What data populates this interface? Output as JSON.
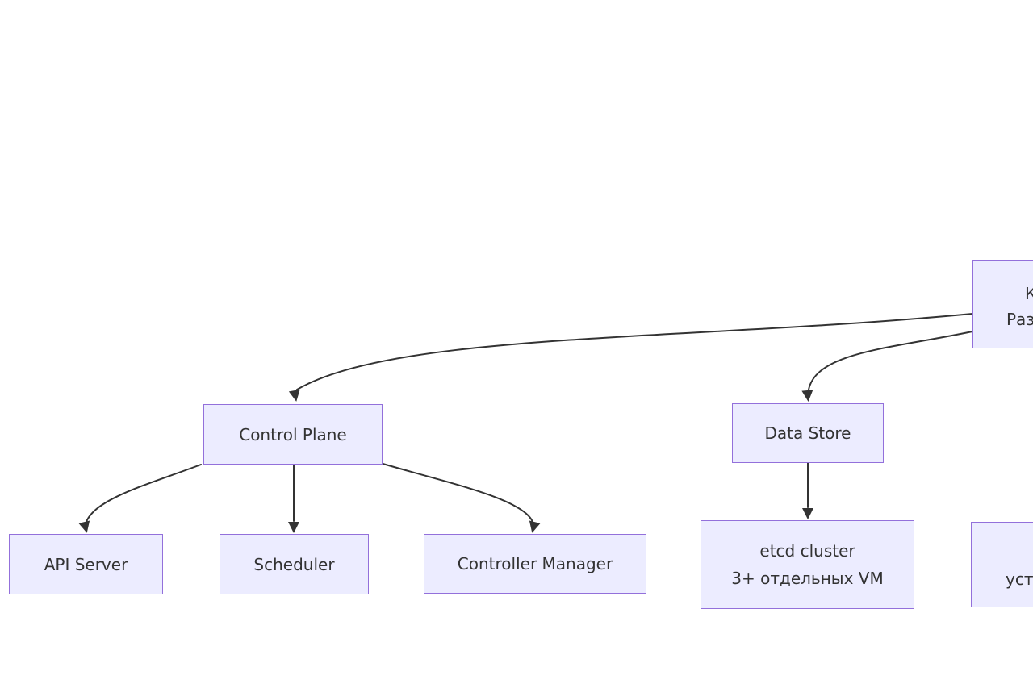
{
  "diagram": {
    "type": "flowchart",
    "colors": {
      "background": "#ffffff",
      "node_fill": "#ECECFF",
      "node_border": "#9370DB",
      "text_color": "#333333",
      "edge_color": "#333333"
    },
    "nodes": {
      "cluster_partial": {
        "line1_fragment": "К",
        "line2_fragment": "Раз"
      },
      "control_plane": {
        "label": "Control Plane"
      },
      "data_store": {
        "label": "Data Store"
      },
      "api_server": {
        "label": "API Server"
      },
      "scheduler": {
        "label": "Scheduler"
      },
      "controller_manager": {
        "label": "Controller Manager"
      },
      "etcd": {
        "line1": "etcd cluster",
        "line2": "3+ отдельных VM"
      },
      "addons_partial": {
        "line2_fragment": "уста"
      }
    },
    "edges": [
      {
        "from": "cluster_partial",
        "to": "control_plane"
      },
      {
        "from": "cluster_partial",
        "to": "data_store"
      },
      {
        "from": "control_plane",
        "to": "api_server"
      },
      {
        "from": "control_plane",
        "to": "scheduler"
      },
      {
        "from": "control_plane",
        "to": "controller_manager"
      },
      {
        "from": "data_store",
        "to": "etcd"
      }
    ]
  }
}
